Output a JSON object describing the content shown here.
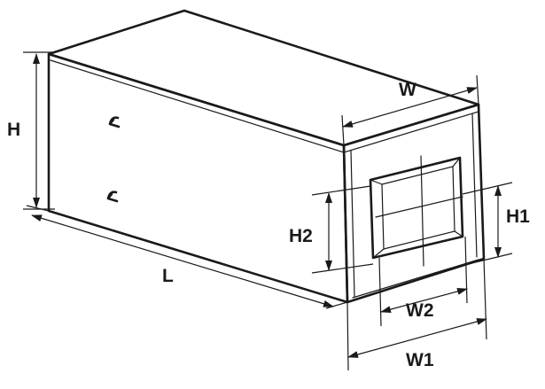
{
  "colors": {
    "line": "#1a1a1a",
    "background": "#ffffff"
  },
  "labels": {
    "H": "H",
    "W": "W",
    "L": "L",
    "H1": "H1",
    "H2": "H2",
    "W1": "W1",
    "W2": "W2"
  }
}
